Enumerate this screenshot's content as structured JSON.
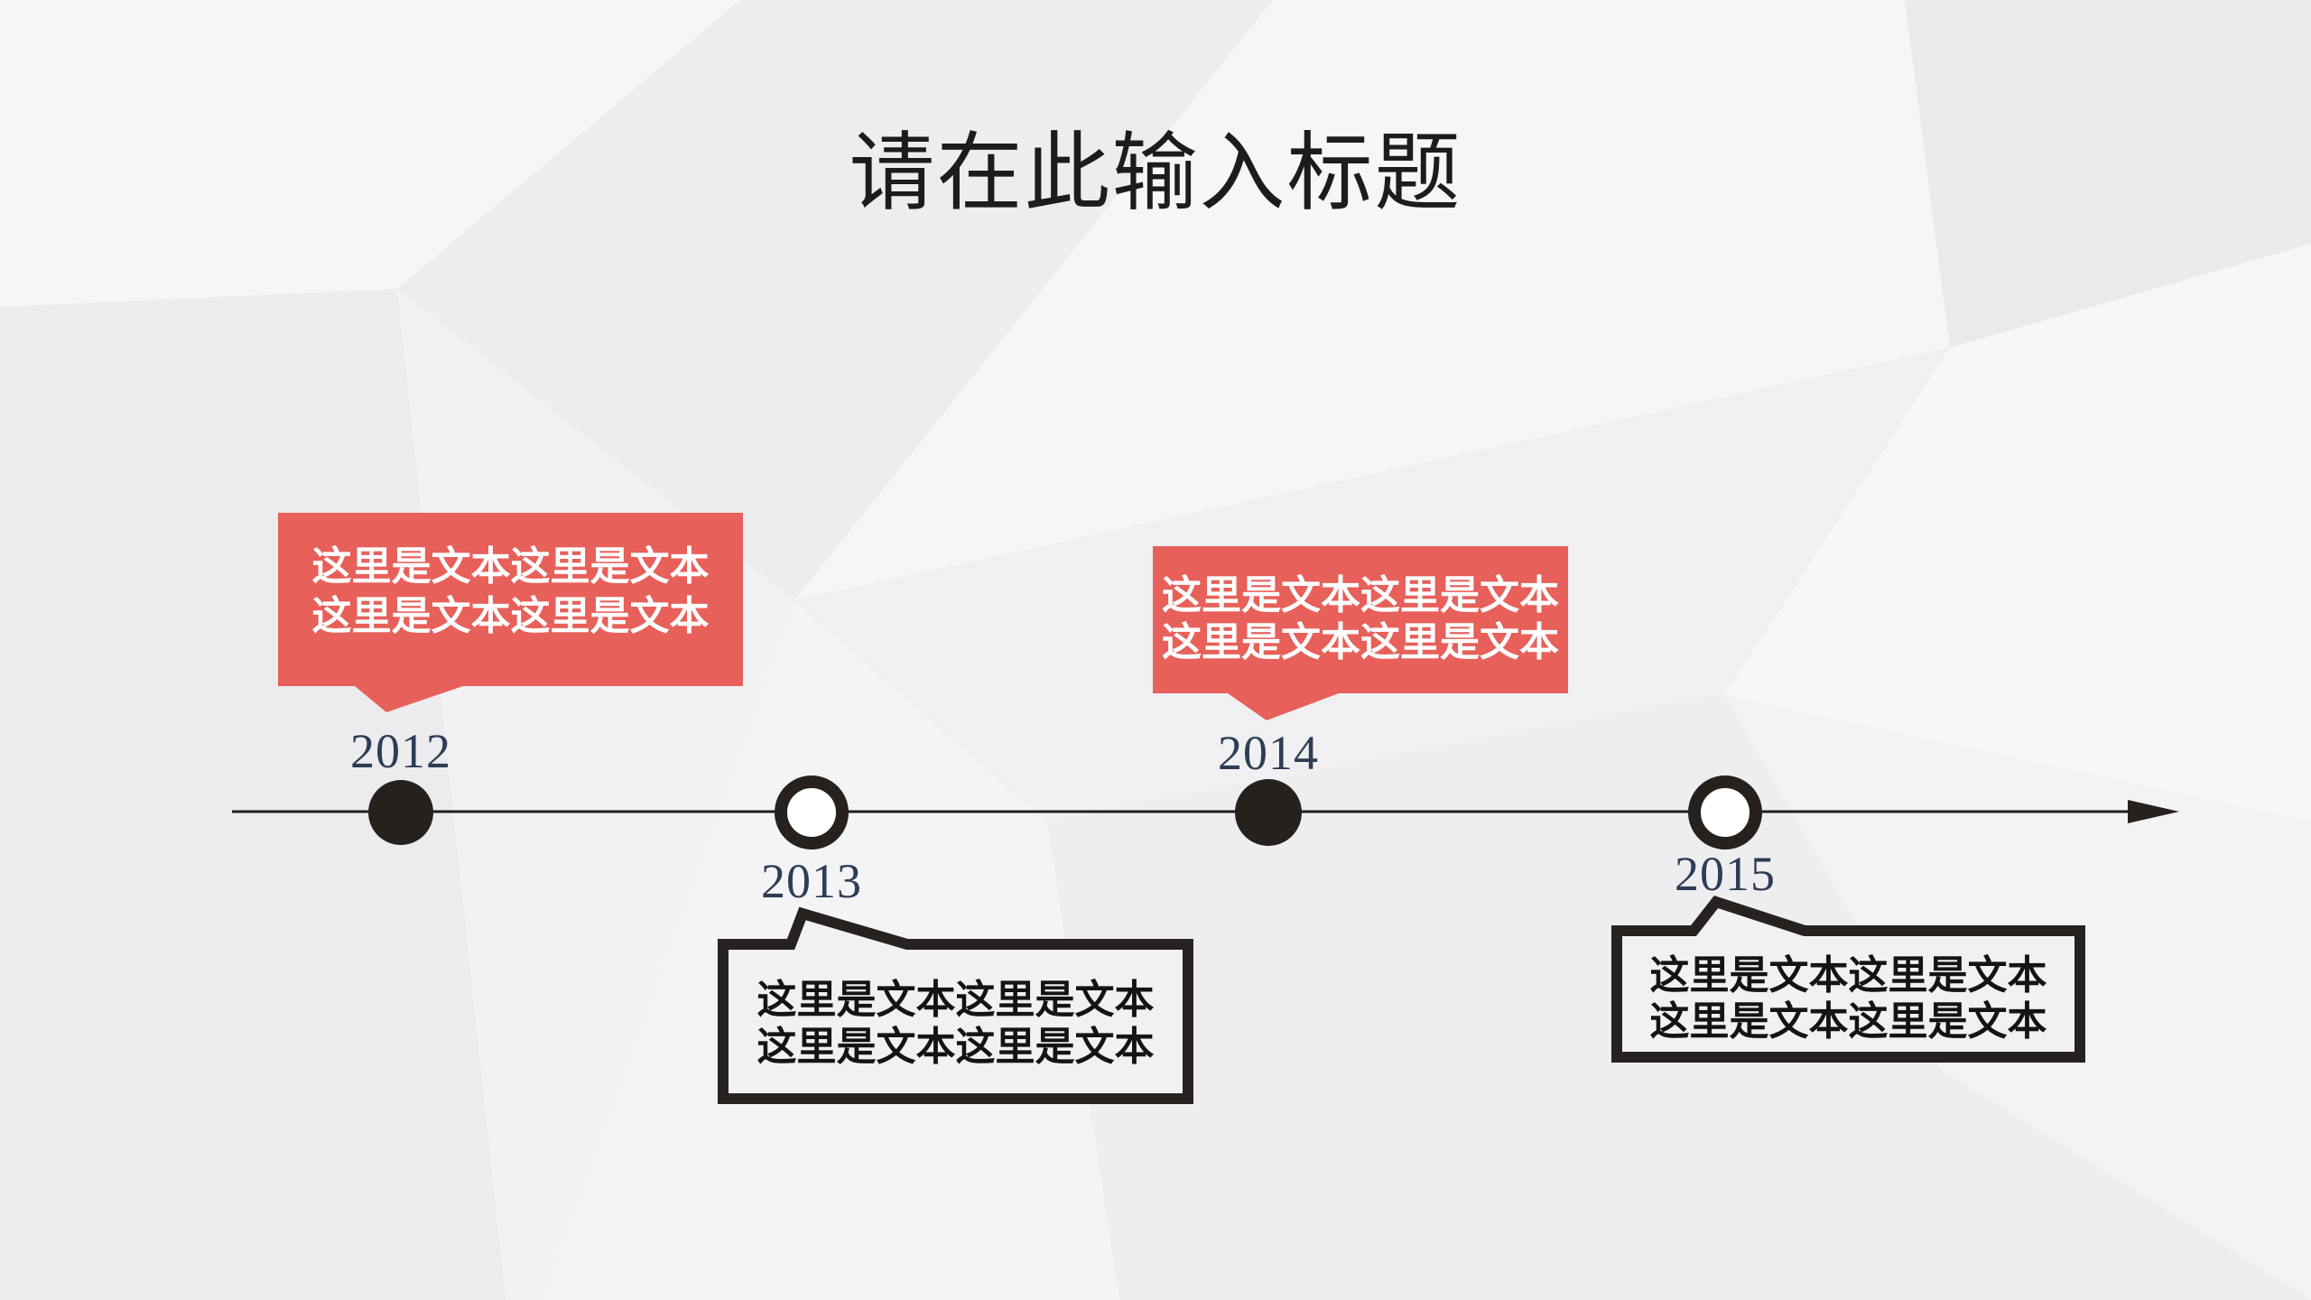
{
  "slide": {
    "title": "请在此输入标题"
  },
  "timeline": {
    "direction": "left-to-right",
    "items": [
      {
        "year": "2012",
        "marker": "filled-dot",
        "callout_style": "red-solid",
        "callout_position": "above",
        "text_line1": "这里是文本这里是文本",
        "text_line2": "这里是文本这里是文本"
      },
      {
        "year": "2013",
        "marker": "hollow-dot",
        "callout_style": "dark-outlined",
        "callout_position": "below",
        "text_line1": "这里是文本这里是文本",
        "text_line2": "这里是文本这里是文本"
      },
      {
        "year": "2014",
        "marker": "filled-dot",
        "callout_style": "red-solid",
        "callout_position": "above",
        "text_line1": "这里是文本这里是文本",
        "text_line2": "这里是文本这里是文本"
      },
      {
        "year": "2015",
        "marker": "hollow-dot",
        "callout_style": "dark-outlined",
        "callout_position": "below",
        "text_line1": "这里是文本这里是文本",
        "text_line2": "这里是文本这里是文本"
      }
    ]
  },
  "colors": {
    "accent_red": "#E7605A",
    "ink_dark": "#26211D",
    "outline_dark": "#272220",
    "year_label": "#2D3D55",
    "background": "#EFEFF1",
    "text_on_red": "#FFFFFF",
    "text_on_light": "#141414"
  }
}
